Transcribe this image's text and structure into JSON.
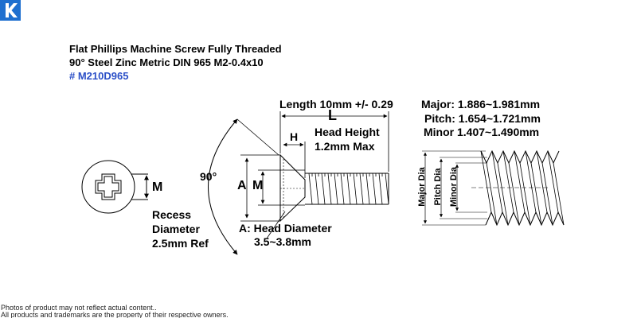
{
  "header": {
    "title_line1": "Flat Phillips Machine Screw Fully Threaded",
    "title_line2": "90° Steel Zinc Metric DIN 965 M2-0.4x10",
    "part_number": "# M210D965"
  },
  "colors": {
    "brand": "#1e6fcf",
    "part_number": "#2b4fc7",
    "line": "#000000"
  },
  "logo": {
    "icon": "k-logo-icon"
  },
  "specs": {
    "length": "Length 10mm +/- 0.29",
    "length_symbol": "L",
    "head_height_symbol": "H",
    "head_height_line1": "Head Height",
    "head_height_line2": "1.2mm Max",
    "angle": "90°",
    "head_diameter_symbol": "A",
    "thread_symbol": "M",
    "head_diameter_line1": "A: Head Diameter",
    "head_diameter_line2": "3.5~3.8mm",
    "recess_symbol": "M",
    "recess_line1": "Recess",
    "recess_line2": "Diameter",
    "recess_line3": "2.5mm Ref"
  },
  "thread": {
    "major": "Major: 1.886~1.981mm",
    "pitch": "Pitch: 1.654~1.721mm",
    "minor": "Minor 1.407~1.490mm",
    "major_label": "Major Dia",
    "pitch_label": "Pitch Dia",
    "minor_label": "Minor Dia"
  },
  "footer": {
    "line1": "Photos of product may not reflect actual content..",
    "line2": "All products and trademarks are the property of their respective owners."
  }
}
